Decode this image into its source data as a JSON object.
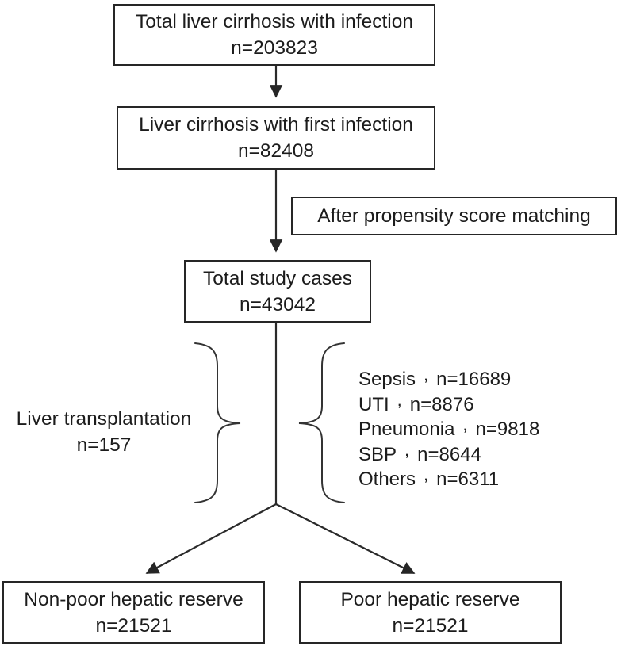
{
  "diagram": {
    "nodes": {
      "total_infection": {
        "label": "Total liver cirrhosis with infection",
        "n": "n=203823"
      },
      "first_infection": {
        "label": "Liver cirrhosis with first infection",
        "n": "n=82408"
      },
      "psm": {
        "label": "After propensity score matching"
      },
      "study_cases": {
        "label": "Total study cases",
        "n": "n=43042"
      },
      "non_poor": {
        "label": "Non-poor hepatic reserve",
        "n": "n=21521"
      },
      "poor": {
        "label": "Poor hepatic reserve",
        "n": "n=21521"
      }
    },
    "exclusion_left": {
      "label": "Liver transplantation",
      "n": "n=157"
    },
    "infection_types": {
      "separator": ",",
      "items": [
        {
          "name": "Sepsis",
          "n": "n=16689"
        },
        {
          "name": "UTI",
          "n": "n=8876"
        },
        {
          "name": "Pneumonia",
          "n": "n=9818"
        },
        {
          "name": "SBP",
          "n": "n=8644"
        },
        {
          "name": "Others",
          "n": "n=6311"
        }
      ]
    },
    "colors": {
      "line": "#2a2a2a",
      "text": "#1c1c1c",
      "background": "#ffffff"
    }
  }
}
